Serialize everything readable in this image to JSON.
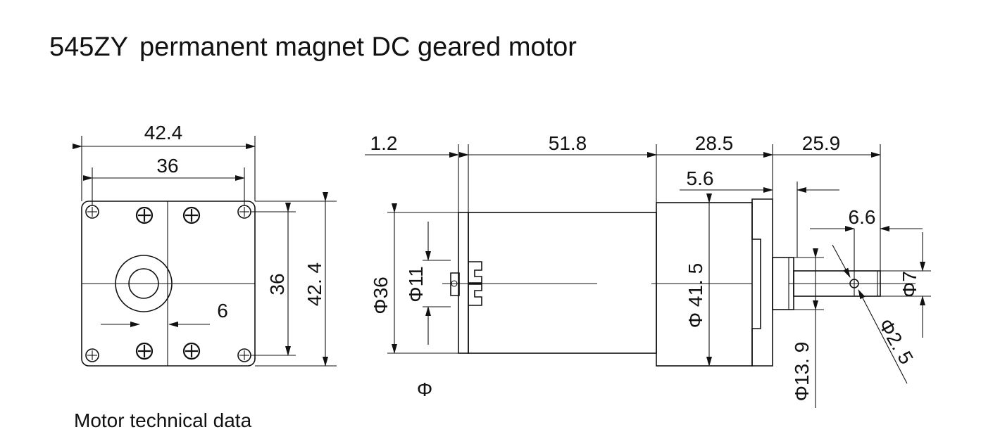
{
  "title": {
    "model": "545ZY",
    "text": "permanent magnet DC geared motor"
  },
  "caption": "Φ",
  "bottom_caption": "Motor technical data",
  "front_view": {
    "width": "42.4",
    "hole_spacing": "36",
    "height_outer": "42. 4",
    "height_inner": "36",
    "offset": "6"
  },
  "side_view": {
    "flange": "1.2",
    "motor_length": "51.8",
    "gearbox_length": "28.5",
    "shaft_length": "25.9",
    "collar": "5.6",
    "shaft_flat": "6.6",
    "motor_dia": "Φ36",
    "boss_dia": "Φ11",
    "gearbox_dia": "Φ 41. 5",
    "hub_dia": "Φ13. 9",
    "shaft_dia": "Φ7",
    "pin_dia": "Φ2. 5"
  },
  "colors": {
    "line": "#111111",
    "background": "#ffffff"
  }
}
